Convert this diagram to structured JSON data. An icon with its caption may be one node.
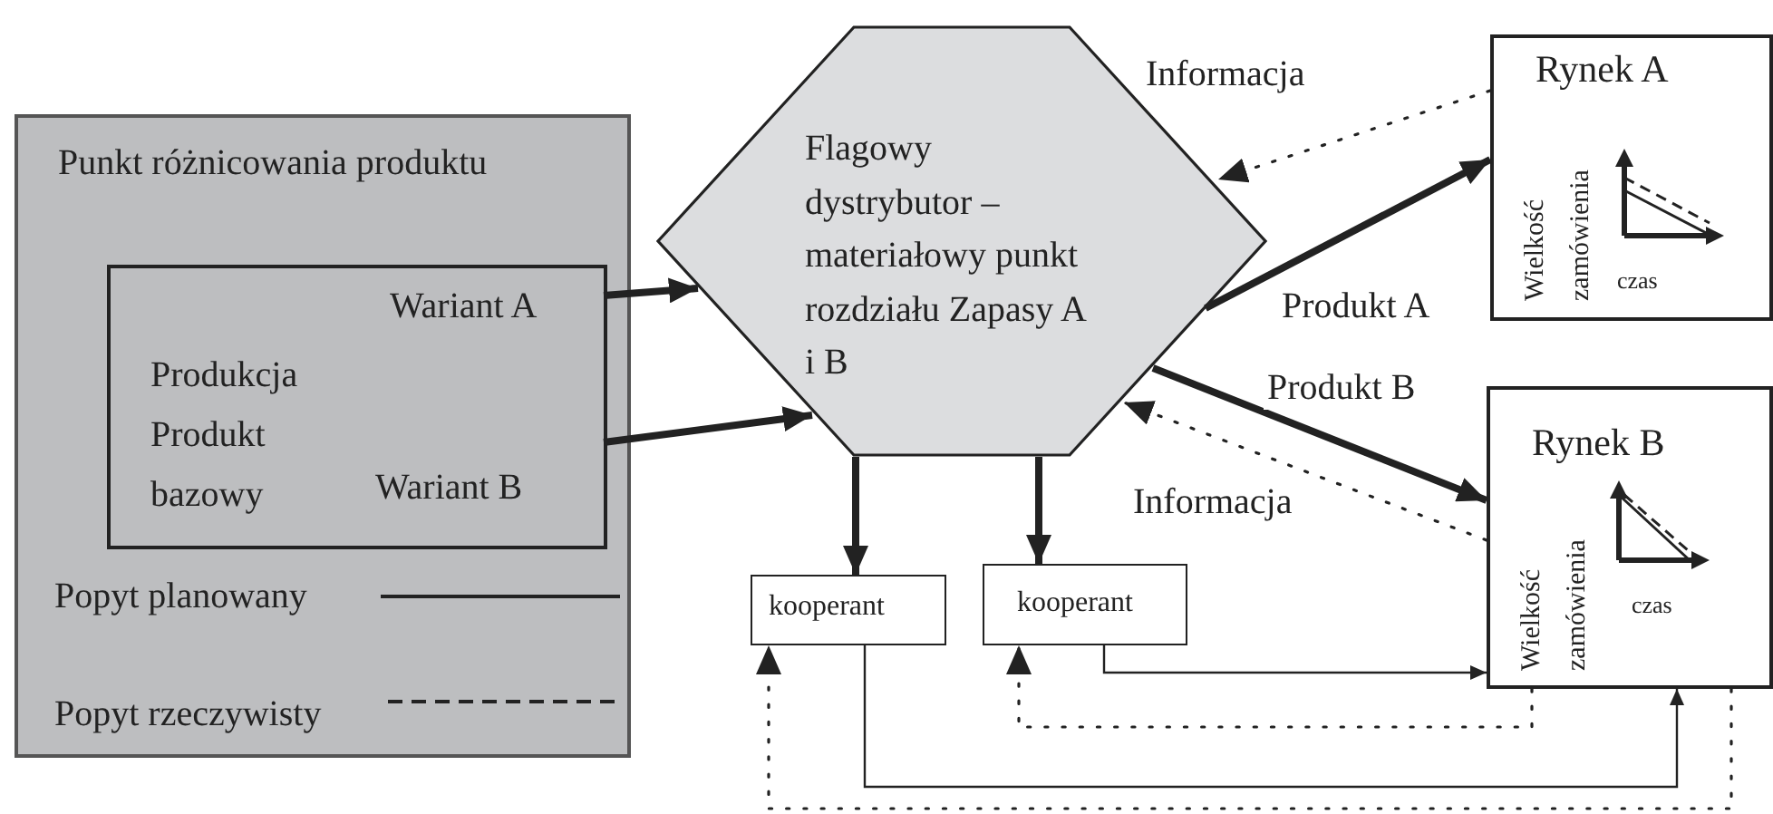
{
  "diagram": {
    "nodes": [
      {
        "text": [
          "Punkt różnicowania produktu"
        ]
      },
      {
        "text": [
          "Wariant A",
          "Produkcja Produkt bazowy",
          "Wariant B"
        ],
        "in": 0
      },
      {
        "text": [
          "Flagowy dystrybutor – materiałowy punkt rozdziału Zapasy A i B"
        ]
      },
      {
        "text": [
          "Rynek A",
          "Wielkość zamówienia",
          "czas"
        ]
      },
      {
        "text": [
          "Rynek B",
          "Wielkość zamówienia",
          "czas"
        ]
      },
      {
        "text": [
          "kooperant"
        ]
      },
      {
        "text": [
          "kooperant"
        ]
      }
    ],
    "edges": [
      {
        "from": 1,
        "to": 2,
        "arrow": "to",
        "style": "thick"
      },
      {
        "from": 1,
        "to": 2,
        "arrow": "to",
        "style": "thick"
      },
      {
        "from": 2,
        "to": 3,
        "arrow": "to",
        "label": "Produkt A",
        "style": "thick"
      },
      {
        "from": 2,
        "to": 4,
        "arrow": "to",
        "label": "Produkt B",
        "style": "thick"
      },
      {
        "from": 3,
        "to": 2,
        "arrow": "to",
        "label": "Informacja",
        "style": "dashed"
      },
      {
        "from": 4,
        "to": 2,
        "arrow": "to",
        "label": "Informacja",
        "style": "dashed"
      },
      {
        "from": 2,
        "to": 5,
        "arrow": "to",
        "style": "thick"
      },
      {
        "from": 2,
        "to": 6,
        "arrow": "to",
        "style": "thick"
      },
      {
        "from": 6,
        "to": 4,
        "arrow": "to"
      },
      {
        "from": 5,
        "to": 4,
        "arrow": "to"
      },
      {
        "from": 4,
        "to": 6,
        "arrow": "to",
        "style": "dashed"
      },
      {
        "from": 4,
        "to": 5,
        "arrow": "to",
        "style": "dashed"
      }
    ],
    "legend": [
      {
        "text": "Popyt planowany"
      },
      {
        "text": "Popyt rzeczywisty"
      }
    ]
  }
}
